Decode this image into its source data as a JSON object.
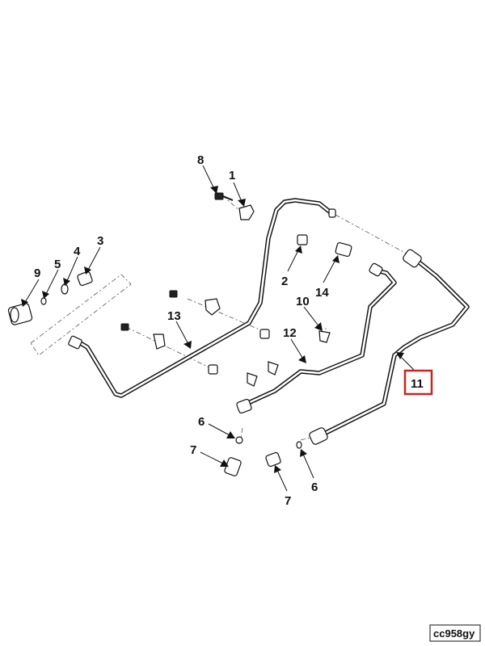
{
  "diagram": {
    "callouts": [
      {
        "id": "8",
        "label": "8"
      },
      {
        "id": "1",
        "label": "1"
      },
      {
        "id": "3",
        "label": "3"
      },
      {
        "id": "4",
        "label": "4"
      },
      {
        "id": "5",
        "label": "5"
      },
      {
        "id": "9",
        "label": "9"
      },
      {
        "id": "2",
        "label": "2"
      },
      {
        "id": "14",
        "label": "14"
      },
      {
        "id": "13",
        "label": "13"
      },
      {
        "id": "10",
        "label": "10"
      },
      {
        "id": "12",
        "label": "12"
      },
      {
        "id": "11",
        "label": "11"
      },
      {
        "id": "6a",
        "label": "6"
      },
      {
        "id": "7a",
        "label": "7"
      },
      {
        "id": "6b",
        "label": "6"
      },
      {
        "id": "7b",
        "label": "7"
      }
    ],
    "highlighted_callout": "11",
    "highlight_color": "#cc2222",
    "drawing_code": "cc958gy"
  }
}
